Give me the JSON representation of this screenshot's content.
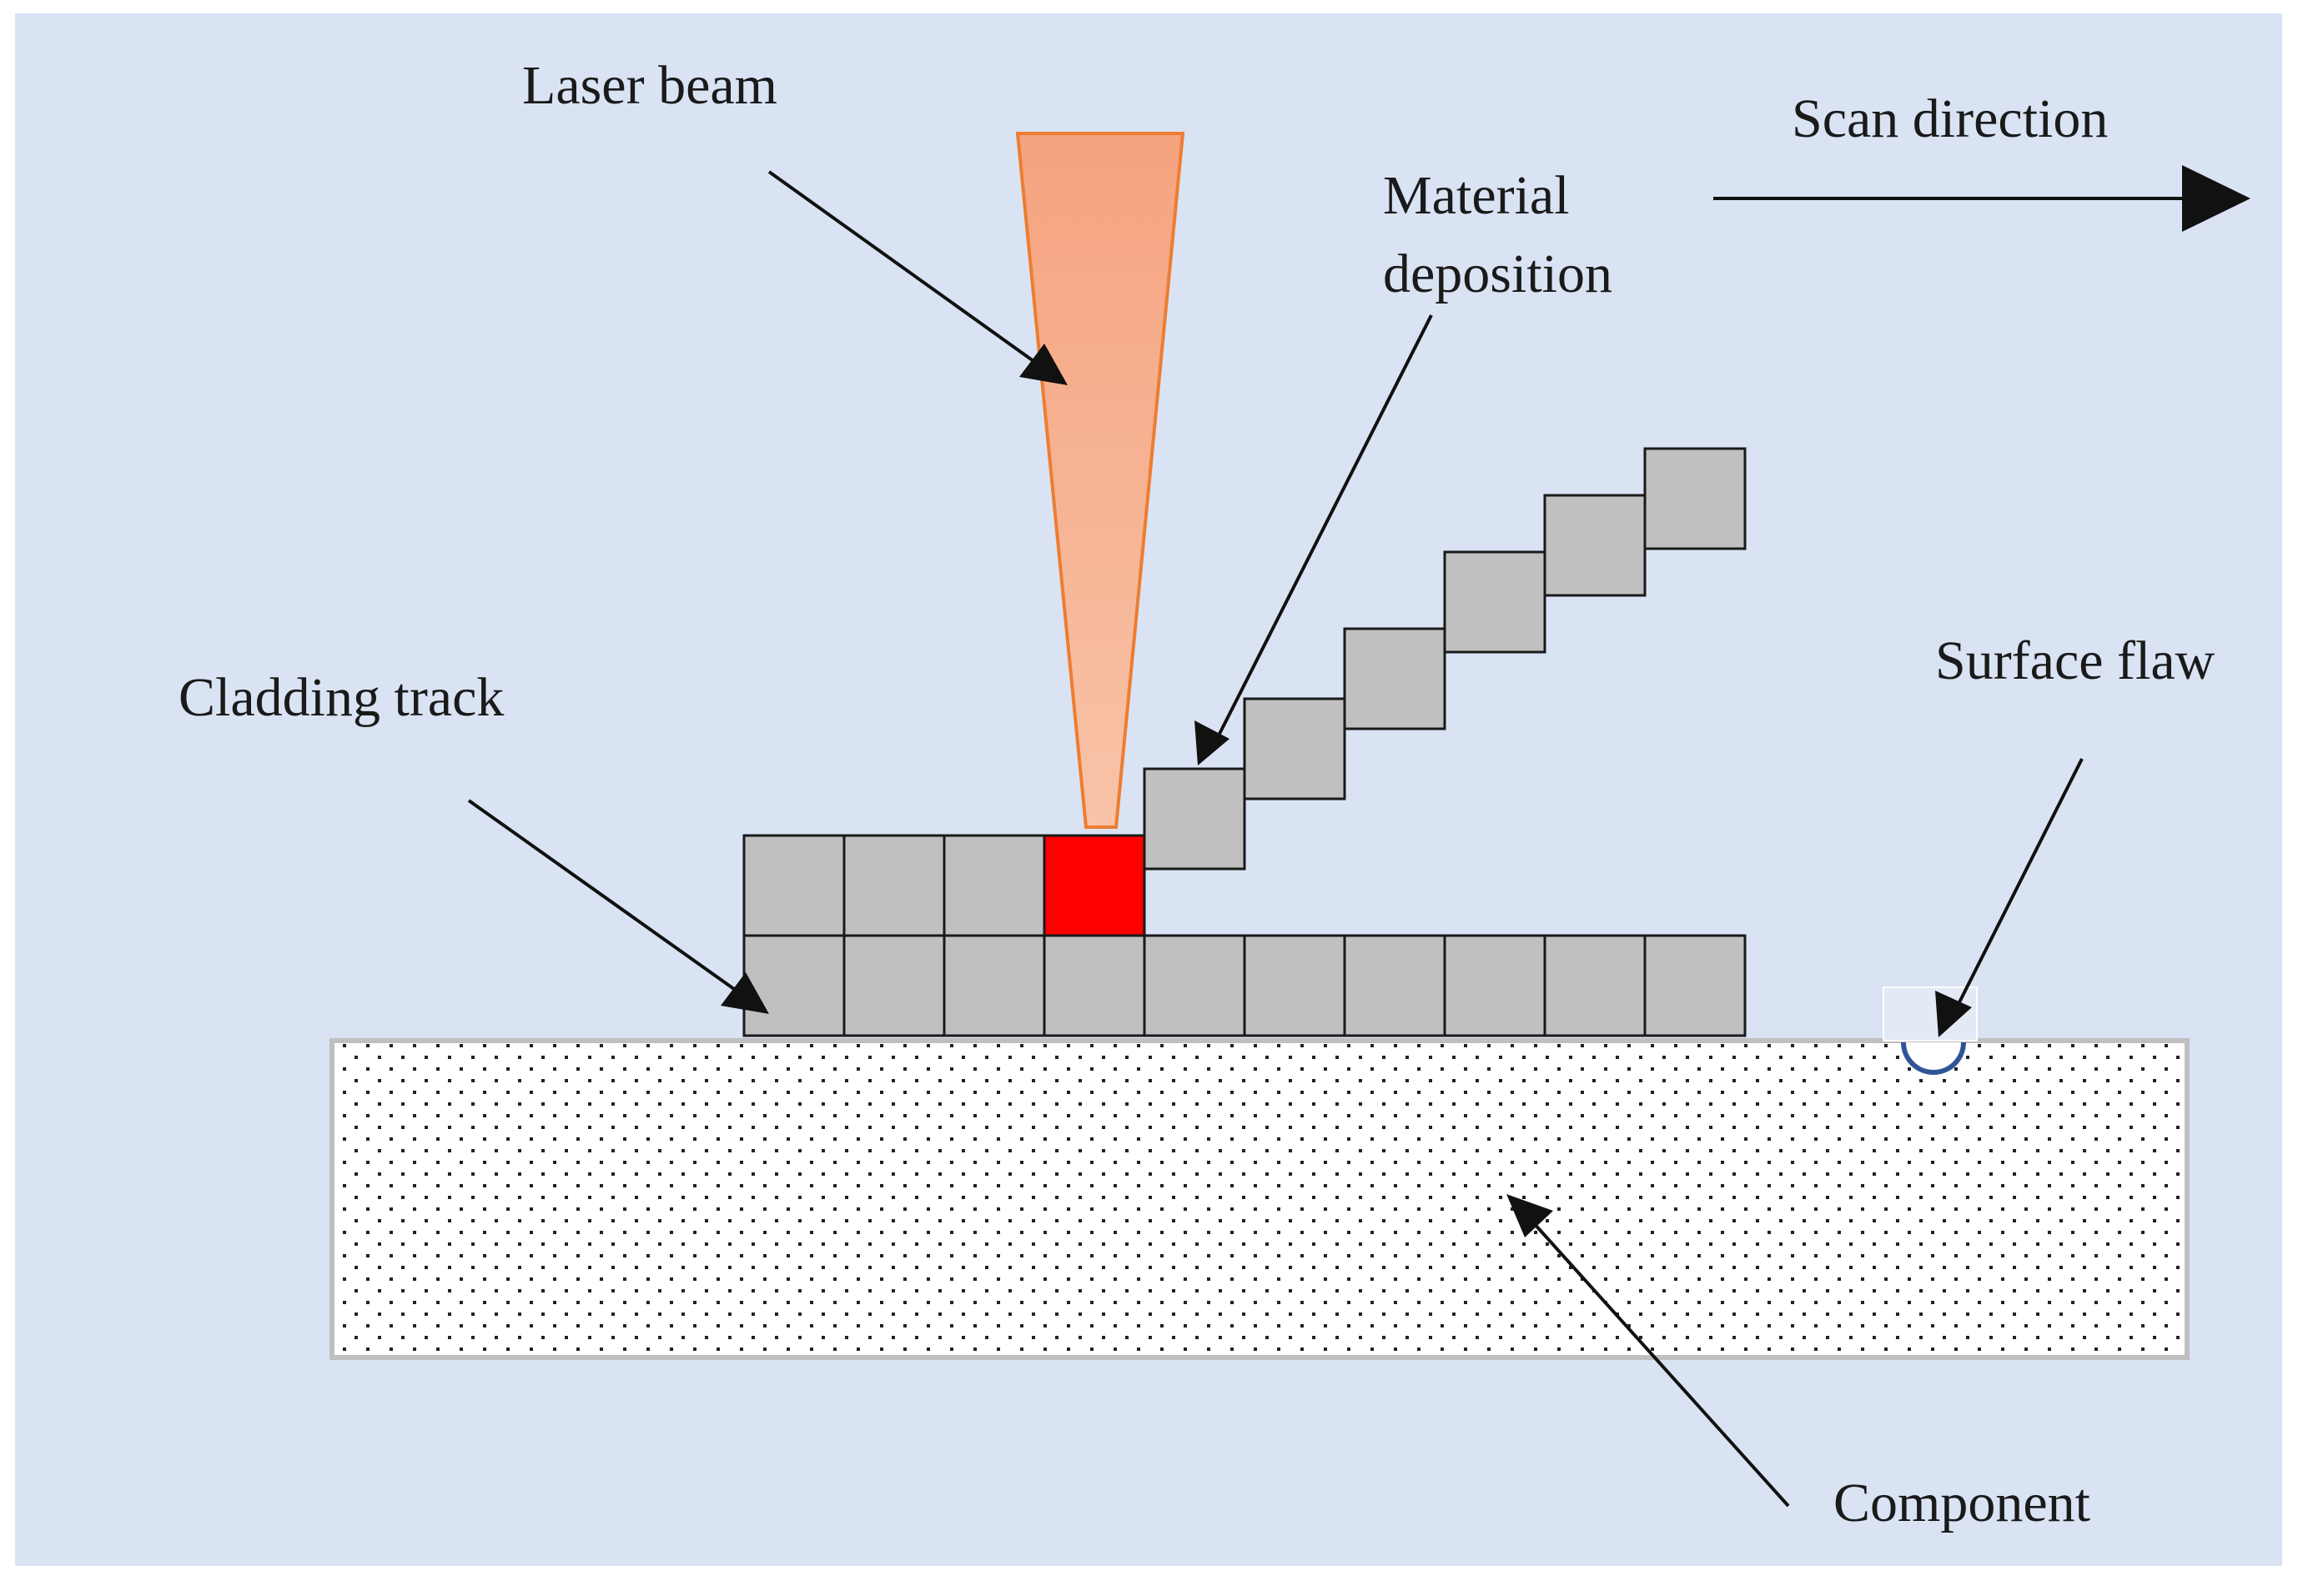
{
  "colors": {
    "background": "#dae3f3",
    "beam_top": "#f5a37f",
    "beam_bottom": "#f8c3a8",
    "beam_outline": "#ed7d31",
    "cell": "#c0c0c0",
    "melt_pool": "#ff0000",
    "component_fill": "#ffffff",
    "component_outline": "#bfbfbf",
    "flaw": "#2f5597"
  },
  "labels": {
    "laser_beam": "Laser beam",
    "scan_direction": "Scan direction",
    "material_deposition_line1": "Material",
    "material_deposition_line2": "deposition",
    "cladding_track": "Cladding track",
    "surface_flaw": "Surface flaw",
    "component": "Component"
  }
}
